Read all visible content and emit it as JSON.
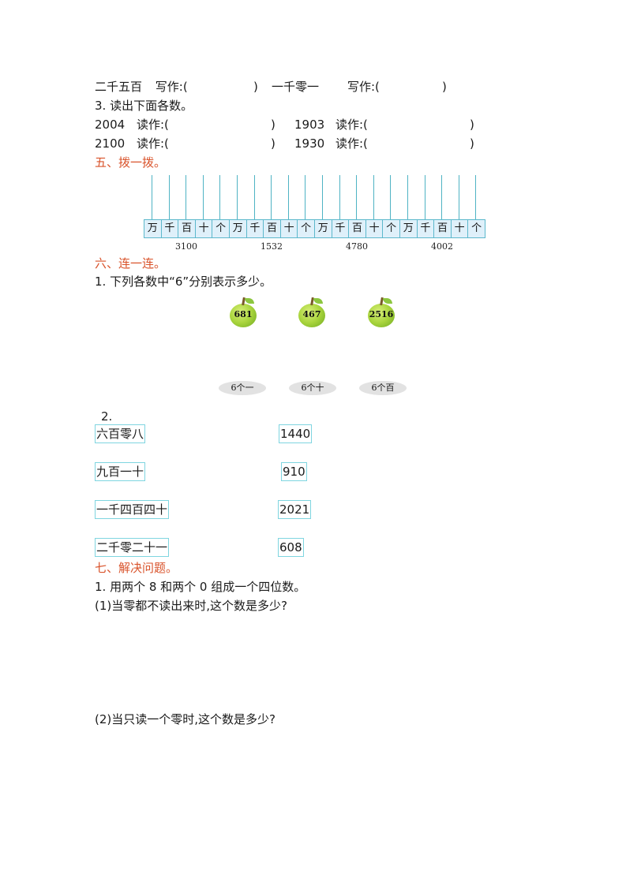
{
  "section4_tail": {
    "write_row": {
      "item1": "二千五百",
      "label1": "写作:(",
      "close1": ")",
      "item2": "一千零一",
      "label2": "写作:(",
      "close2": ")"
    },
    "q3_title": "3. 读出下面各数。",
    "read_rows": [
      {
        "n1": "2004",
        "l1": "读作:(",
        "c1": ")",
        "n2": "1903",
        "l2": "读作:(",
        "c2": ")"
      },
      {
        "n1": "2100",
        "l1": "读作:(",
        "c1": ")",
        "n2": "1930",
        "l2": "读作:(",
        "c2": ")"
      }
    ]
  },
  "section5": {
    "title": "五、拨一拨。",
    "place_labels": [
      "万",
      "千",
      "百",
      "十",
      "个"
    ],
    "abacus": [
      {
        "value": "3100"
      },
      {
        "value": "1532"
      },
      {
        "value": "4780"
      },
      {
        "value": "4002"
      }
    ]
  },
  "section6": {
    "title": "六、连一连。",
    "q1_title": "1. 下列各数中“6”分别表示多少。",
    "apples": [
      "681",
      "467",
      "2516"
    ],
    "answers": [
      "6个一",
      "6个十",
      "6个百"
    ],
    "q2_title": "2.",
    "left": [
      "六百零八",
      "九百一十",
      "一千四百四十",
      "二千零二十一"
    ],
    "right": [
      "1440",
      "910",
      "2021",
      "608"
    ]
  },
  "section7": {
    "title": "七、解决问题。",
    "q1_title": "1. 用两个 8 和两个 0 组成一个四位数。",
    "sub1": "(1)当零都不读出来时,这个数是多少?",
    "sub2": "(2)当只读一个零时,这个数是多少?"
  },
  "colors": {
    "section_title": "#d9532b",
    "abacus_border": "#5cb8cc",
    "abacus_fill": "#dff0fa",
    "match_box_border": "#7fd5e0"
  }
}
